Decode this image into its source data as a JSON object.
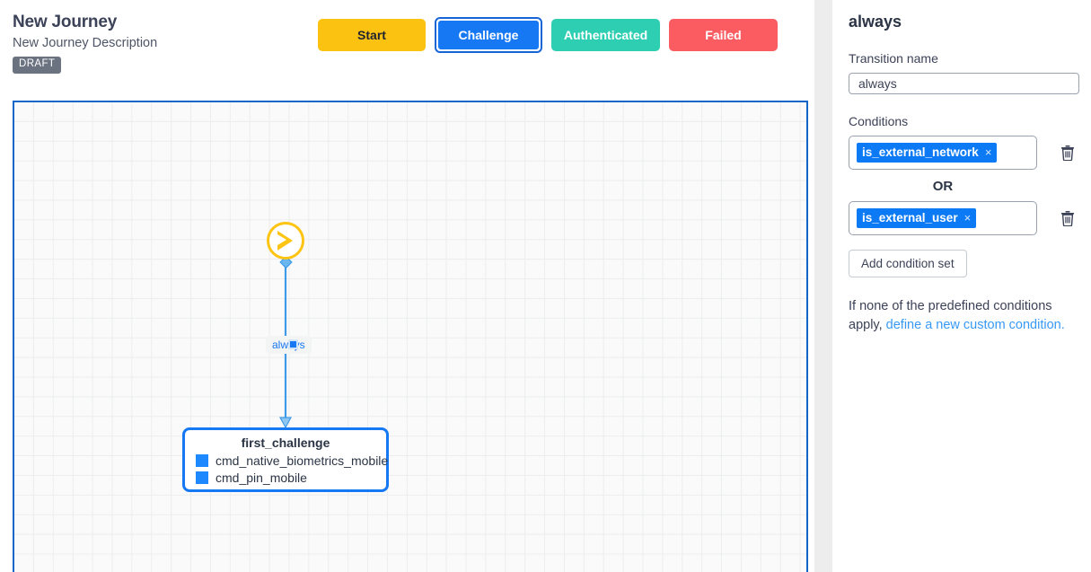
{
  "header": {
    "title": "New Journey",
    "description": "New Journey Description",
    "badge": "DRAFT",
    "state_buttons": [
      {
        "label": "Start",
        "name": "state-button-start",
        "color": "#FCC211",
        "focused": false
      },
      {
        "label": "Challenge",
        "name": "state-button-challenge",
        "color": "#1678F2",
        "focused": true
      },
      {
        "label": "Authenticated",
        "name": "state-button-authenticated",
        "color": "#2ECEB2",
        "focused": false
      },
      {
        "label": "Failed",
        "name": "state-button-failed",
        "color": "#FA5C62",
        "focused": false
      }
    ]
  },
  "canvas": {
    "border_color": "#0F66C8",
    "grid": true,
    "start_node": {
      "icon": "play-icon",
      "color": "#FDC413"
    },
    "edge": {
      "label": "always",
      "color": "#3D9BE9",
      "from": "start-node",
      "to": "first_challenge"
    },
    "nodes": [
      {
        "title": "first_challenge",
        "selected": true,
        "accent": "#1678F2",
        "items": [
          {
            "label": "cmd_native_biometrics_mobile",
            "color": "#1E88FF"
          },
          {
            "label": "cmd_pin_mobile",
            "color": "#1E88FF"
          }
        ]
      }
    ]
  },
  "panel": {
    "title": "always",
    "transition_name_label": "Transition name",
    "transition_name_value": "always",
    "transition_name_placeholder": "Transition name",
    "conditions_label": "Conditions",
    "or_label": "OR",
    "condition_sets": [
      {
        "chip": "is_external_network",
        "remove": "×",
        "delete_icon": "trash-icon"
      },
      {
        "chip": "is_external_user",
        "remove": "×",
        "delete_icon": "trash-icon"
      }
    ],
    "add_condition_set_label": "Add condition set",
    "helper_text_prefix": "If none of the predefined conditions apply, ",
    "helper_link": "define a new custom condition.",
    "link_color": "#3899F5"
  }
}
